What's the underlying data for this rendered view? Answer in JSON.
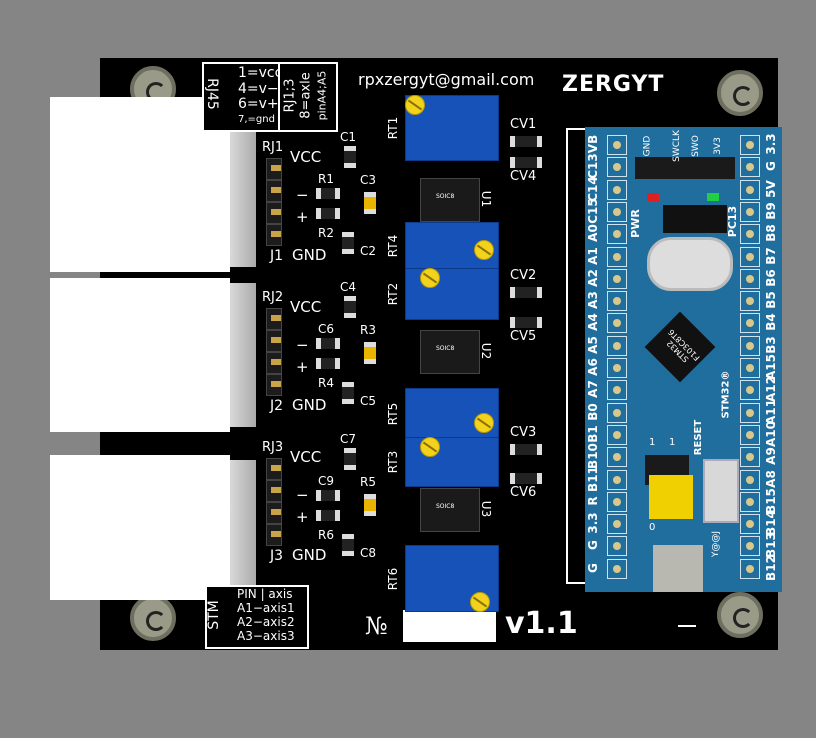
{
  "header": {
    "email": "rpxzergyt@gmail.com",
    "logo": "ZERGYT",
    "version": "v1.1",
    "number_sign": "№"
  },
  "legend_rj45": {
    "title": "RJ45",
    "lines": [
      "1=vcc",
      "4=v−",
      "6=v+",
      "7,=gnd"
    ]
  },
  "legend_rj": {
    "lines": [
      "RJ1;3",
      "8=axle",
      "pinA4;A5"
    ]
  },
  "legend_stm": {
    "title": "STM",
    "header": "PIN | axis",
    "lines": [
      "A1−axis1",
      "A2−axis2",
      "A3−axis3"
    ]
  },
  "connectors": [
    {
      "rj": "RJ1",
      "j": "J1",
      "vcc": "VCC",
      "gnd": "GND",
      "minus": "−",
      "plus": "+"
    },
    {
      "rj": "RJ2",
      "j": "J2",
      "vcc": "VCC",
      "gnd": "GND",
      "minus": "−",
      "plus": "+"
    },
    {
      "rj": "RJ3",
      "j": "J3",
      "vcc": "VCC",
      "gnd": "GND",
      "minus": "−",
      "plus": "+"
    }
  ],
  "passives": [
    "C1",
    "C3",
    "R1",
    "R2",
    "C2",
    "C4",
    "R3",
    "C6",
    "R4",
    "C5",
    "C7",
    "R5",
    "C9",
    "R6",
    "C8"
  ],
  "pots": [
    "RT1",
    "RT4",
    "RT2",
    "RT5",
    "RT3",
    "RT6"
  ],
  "ics": [
    "U1",
    "U2",
    "U3"
  ],
  "ic_marking": "SOIC8",
  "cv_caps": [
    "CV1",
    "CV4",
    "CV2",
    "CV5",
    "CV3",
    "CV6"
  ],
  "bluepill": {
    "left_pins": [
      "VB",
      "C13",
      "C14",
      "C15",
      "A0",
      "A1",
      "A2",
      "A3",
      "A4",
      "A5",
      "A6",
      "A7",
      "B0",
      "B1",
      "B10",
      "B11",
      "R",
      "3.3",
      "G",
      "G"
    ],
    "right_pins": [
      "3.3",
      "G",
      "5V",
      "B9",
      "B8",
      "B7",
      "B6",
      "B5",
      "B4",
      "B3",
      "A15",
      "A12",
      "A11",
      "A10",
      "A9",
      "A8",
      "B15",
      "B14",
      "B13",
      "B12"
    ],
    "swd": [
      "GND",
      "SWCLK",
      "SWO",
      "3V3"
    ],
    "pwr": "PWR",
    "pc13": "PC13",
    "mcu": "STM32 F103C8T6",
    "brand": "STM32®",
    "reset": "RESET",
    "jumper_labels": [
      "1",
      "1",
      "0"
    ],
    "usb_mark": "Y@@J",
    "led_colors": {
      "pwr": "#e02020",
      "pc13": "#20d040"
    }
  }
}
